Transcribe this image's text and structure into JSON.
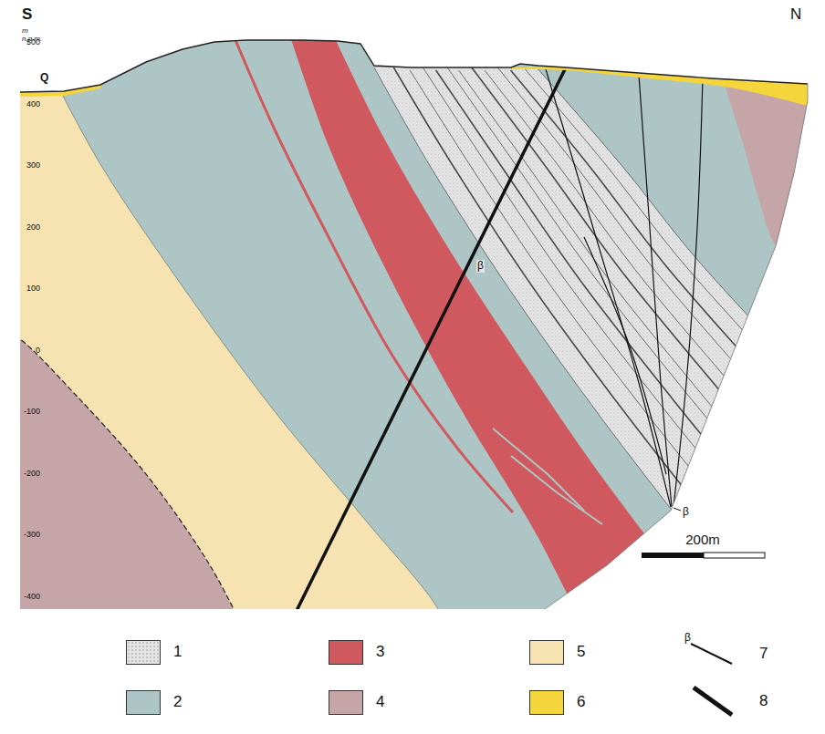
{
  "diagram": {
    "labels": [
      "S",
      "N",
      "m n.p.m.",
      "500",
      "400",
      "300",
      "200",
      "100",
      "0",
      "-100",
      "-200",
      "-300",
      "-400",
      "Q",
      "β",
      "β",
      "200m",
      "β"
    ],
    "legend": [
      {
        "text": "1",
        "color": "#e5e5e5"
      },
      {
        "text": "2",
        "color": "#adc5c4"
      },
      {
        "text": "3",
        "color": "#d0595f"
      },
      {
        "text": "4",
        "color": "#c5a5a8"
      },
      {
        "text": "5",
        "color": "#f6e3b1"
      },
      {
        "text": "6",
        "color": "#f4d53b"
      },
      {
        "text": "7"
      },
      {
        "text": "8"
      }
    ]
  }
}
